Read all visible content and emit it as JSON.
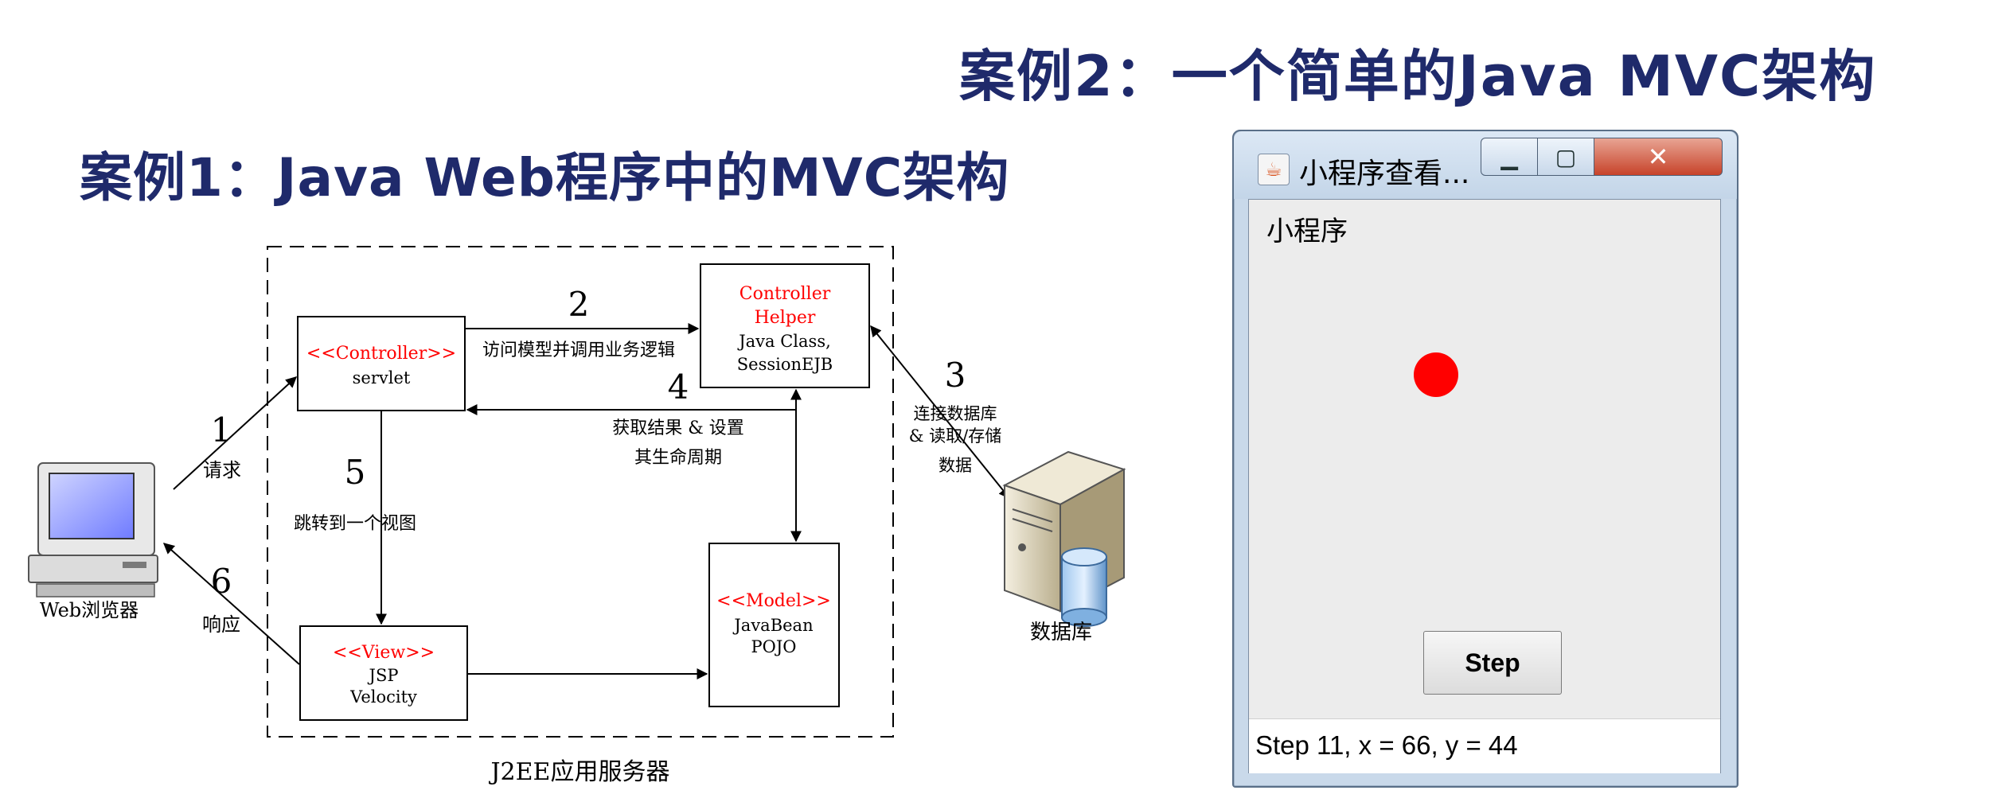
{
  "titles": {
    "case2": "案例2：一个简单的Java MVC架构",
    "case1": "案例1：Java Web程序中的MVC架构"
  },
  "diagram": {
    "container_label": "J2EE应用服务器",
    "controller": {
      "stereotype": "<<Controller>>",
      "name": "servlet"
    },
    "controller_helper": {
      "line1": "Controller",
      "line2": "Helper",
      "line3": "Java Class,",
      "line4": "SessionEJB"
    },
    "model": {
      "stereotype": "<<Model>>",
      "line1": "JavaBean",
      "line2": "POJO"
    },
    "view": {
      "stereotype": "<<View>>",
      "line1": "JSP",
      "line2": "Velocity"
    },
    "browser_label": "Web浏览器",
    "database_label": "数据库",
    "steps": [
      {
        "num": "1",
        "label": "请求"
      },
      {
        "num": "2",
        "label": "访问模型并调用业务逻辑"
      },
      {
        "num": "3",
        "label_lines": [
          "连接数据库",
          "& 读取/存储",
          "数据"
        ]
      },
      {
        "num": "4",
        "label_lines": [
          "获取结果 & 设置",
          "其生命周期"
        ]
      },
      {
        "num": "5",
        "label": "跳转到一个视图"
      },
      {
        "num": "6",
        "label": "响应"
      }
    ],
    "colors": {
      "stereotype": "#ff0000",
      "line": "#000000"
    }
  },
  "applet": {
    "window_title": "小程序查看...",
    "content_label": "小程序",
    "step_button": "Step",
    "status": "Step 11, x = 66, y = 44",
    "ball_color": "#ff0000",
    "icons": [
      "java-cup-icon",
      "minimize-icon",
      "maximize-icon",
      "close-icon"
    ]
  }
}
